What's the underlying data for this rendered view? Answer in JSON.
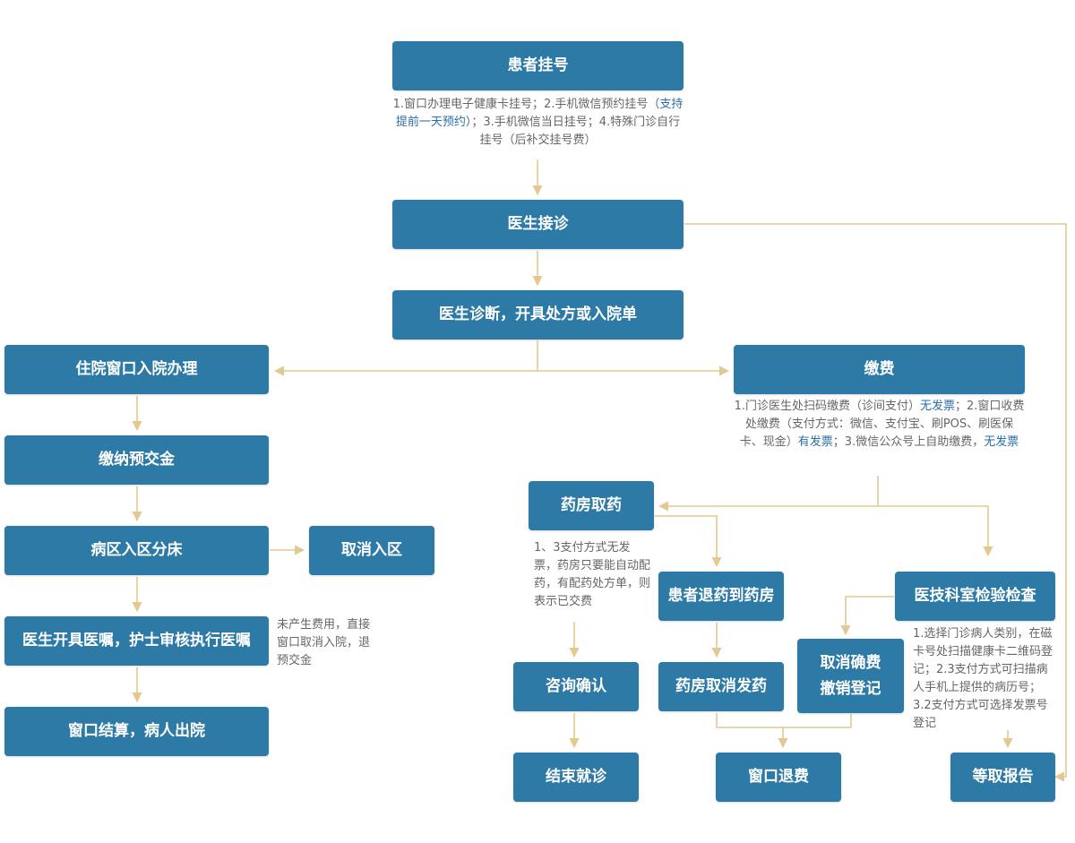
{
  "nodes": {
    "register": "患者挂号",
    "reception": "医生接诊",
    "diagnosis": "医生诊断，开具处方或入院单",
    "inpatient_admission": "住院窗口入院办理",
    "payment": "缴费",
    "deposit": "缴纳预交金",
    "ward_bed": "病区入区分床",
    "cancel_admission": "取消入区",
    "doctor_orders": "医生开具医嘱，护士审核执行医嘱",
    "discharge": "窗口结算，病人出院",
    "pharmacy": "药房取药",
    "return_drug": "患者退药到药房",
    "lab_exam": "医技科室检验检查",
    "consult": "咨询确认",
    "pharmacy_cancel": "药房取消发药",
    "cancel_fee_line1": "取消确费",
    "cancel_fee_line2": "撤销登记",
    "end_visit": "结束就诊",
    "window_refund": "窗口退费",
    "report": "等取报告"
  },
  "notes": {
    "register": {
      "p1": "1.窗口办理电子健康卡挂号；2.手机微信预约挂号",
      "p2": "（支持提前一天预约）",
      "p3": "；3.手机微信当日挂号；4.特殊门诊自行挂号（后补交挂号费）"
    },
    "payment": {
      "p1": "1.门诊医生处扫码缴费（诊间支付）",
      "p2": "无发票",
      "p3": "；2.窗口收费处缴费（支付方式：微信、支付宝、刷POS、刷医保卡、现金）",
      "p4": "有发票",
      "p5": "；3.微信公众号上自助缴费，",
      "p6": "无发票"
    },
    "cancel_admission": "未产生费用，直接窗口取消入院，退预交金",
    "pharmacy": "1、3支付方式无发票，药房只要能自动配药，有配药处方单，则表示已交费",
    "lab_exam": "1.选择门诊病人类别，在磁卡号处扫描健康卡二维码登记；2.3支付方式可扫描病人手机上提供的病历号；3.2支付方式可选择发票号登记"
  },
  "colors": {
    "node": "#2e7aa6",
    "node_text": "#ffffff",
    "connector": "#e3c98f",
    "note_text": "#666666",
    "highlight": "#2b6ea8"
  }
}
